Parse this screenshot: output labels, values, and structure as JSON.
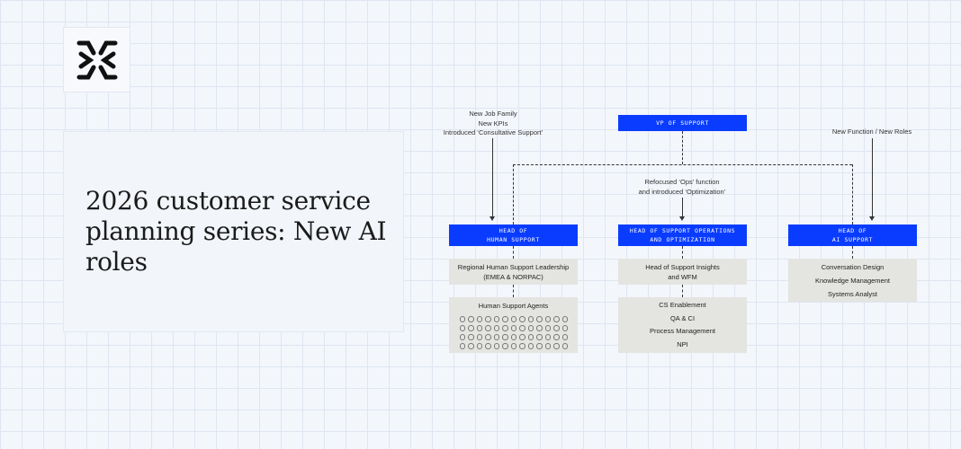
{
  "title": "2026 customer service planning series: New AI roles",
  "logo": {
    "icon": "burst-logo-icon"
  },
  "org": {
    "vp": "VP OF SUPPORT",
    "heads": [
      {
        "line1": "HEAD OF",
        "line2": "HUMAN SUPPORT"
      },
      {
        "line1": "HEAD OF SUPPORT OPERATIONS",
        "line2": "AND OPTIMIZATION"
      },
      {
        "line1": "HEAD OF",
        "line2": "AI SUPPORT"
      }
    ],
    "annotations": {
      "human": [
        "New Job Family",
        "New KPIs",
        "Introduced ‘Consultative Support’"
      ],
      "ops": [
        "Refocused ‘Ops’ function",
        "and introduced ‘Optimization’"
      ],
      "ai": [
        "New Function / New Roles"
      ]
    },
    "human_boxes": {
      "leadership": [
        "Regional Human Support Leadership",
        "(EMEA & NORPAC)"
      ],
      "agents": "Human Support Agents"
    },
    "ops_boxes": {
      "insights": [
        "Head of Support Insights",
        "and WFM"
      ],
      "list": [
        "CS Enablement",
        "QA & CI",
        "Process Management",
        "NPI"
      ]
    },
    "ai_box": [
      "Conversation Design",
      "Knowledge Management",
      "Systems Analyst"
    ]
  }
}
